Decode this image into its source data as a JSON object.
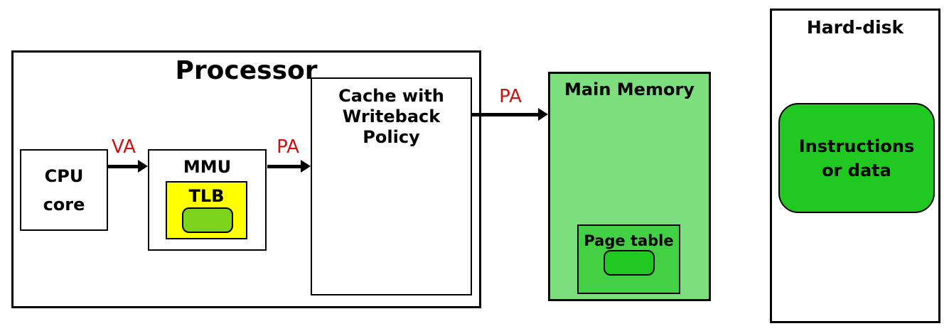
{
  "processor": {
    "title": "Processor"
  },
  "cpu_core": {
    "line1": "CPU",
    "line2": "core"
  },
  "mmu": {
    "label": "MMU"
  },
  "tlb": {
    "label": "TLB"
  },
  "cache": {
    "line1": "Cache with",
    "line2": "Writeback",
    "line3": "Policy"
  },
  "main_memory": {
    "label": "Main Memory"
  },
  "page_table": {
    "label": "Page table"
  },
  "hard_disk": {
    "label": "Hard-disk"
  },
  "instructions": {
    "line1": "Instructions",
    "line2": "or data"
  },
  "arrows": {
    "va_label": "VA",
    "pa_mmu_to_cache_label": "PA",
    "pa_cache_to_memory_label": "PA"
  },
  "colors": {
    "address_label_red": "#CC1111",
    "tlb_yellow": "#FFFF00",
    "tlb_chip_green": "#7DD41C",
    "main_memory_green": "#7DDE7D",
    "page_table_green": "#44D044",
    "bright_green": "#22C822",
    "border_black": "#000000",
    "background_white": "#FFFFFF"
  }
}
